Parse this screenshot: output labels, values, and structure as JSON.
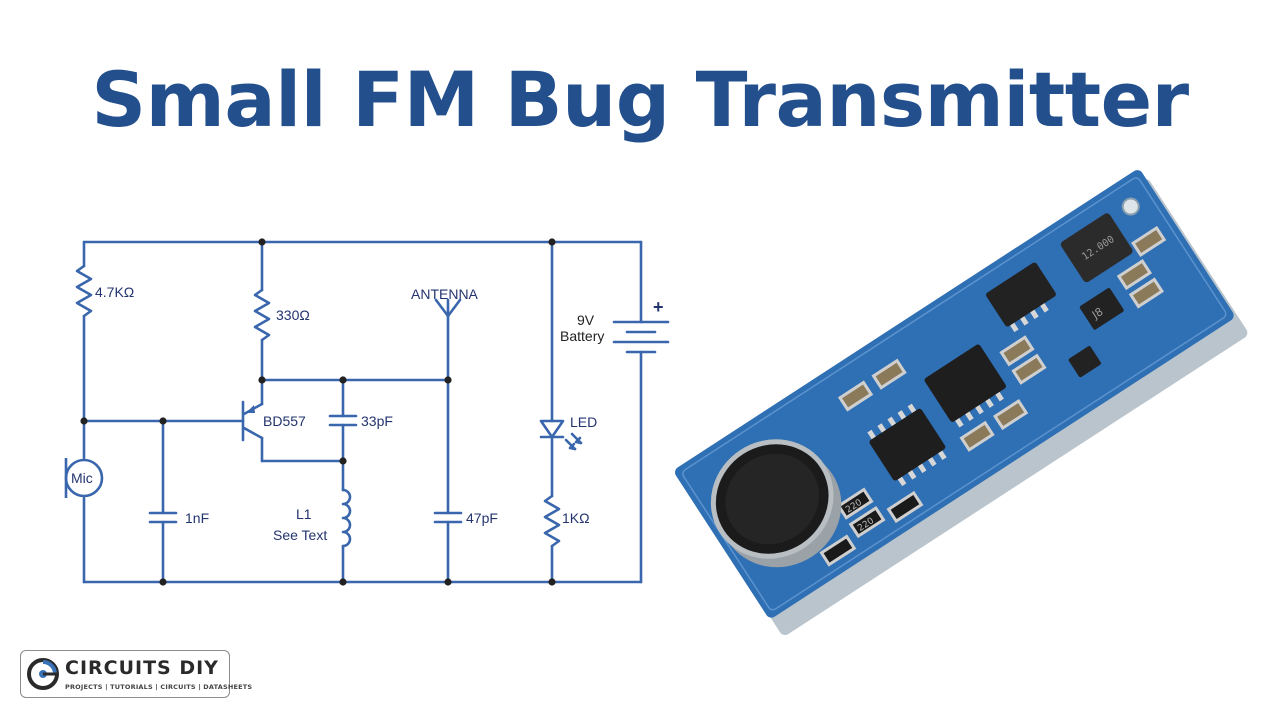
{
  "title": "Small FM Bug Transmitter",
  "colors": {
    "wire": "#3966ac",
    "title": "#23508d",
    "label": "#23346e",
    "logo_accent": "#3a72b8"
  },
  "schematic": {
    "labels": {
      "r1": "4.7KΩ",
      "r2": "330Ω",
      "transistor": "BD557",
      "c_fb": "33pF",
      "antenna": "ANTENNA",
      "battery_voltage": "9V",
      "battery_name": "Battery",
      "battery_plus": "+",
      "led": "LED",
      "mic": "Mic",
      "c_in": "1nF",
      "coil_name": "L1",
      "coil_note": "See Text",
      "c_tank": "47pF",
      "r3": "1KΩ"
    }
  },
  "module": {
    "chip_markings": [
      "12.000",
      "J8",
      "220",
      "220"
    ]
  },
  "logo": {
    "name": "CIRCUITS DIY",
    "tagline": "PROJECTS | TUTORIALS | CIRCUITS | DATASHEETS"
  }
}
